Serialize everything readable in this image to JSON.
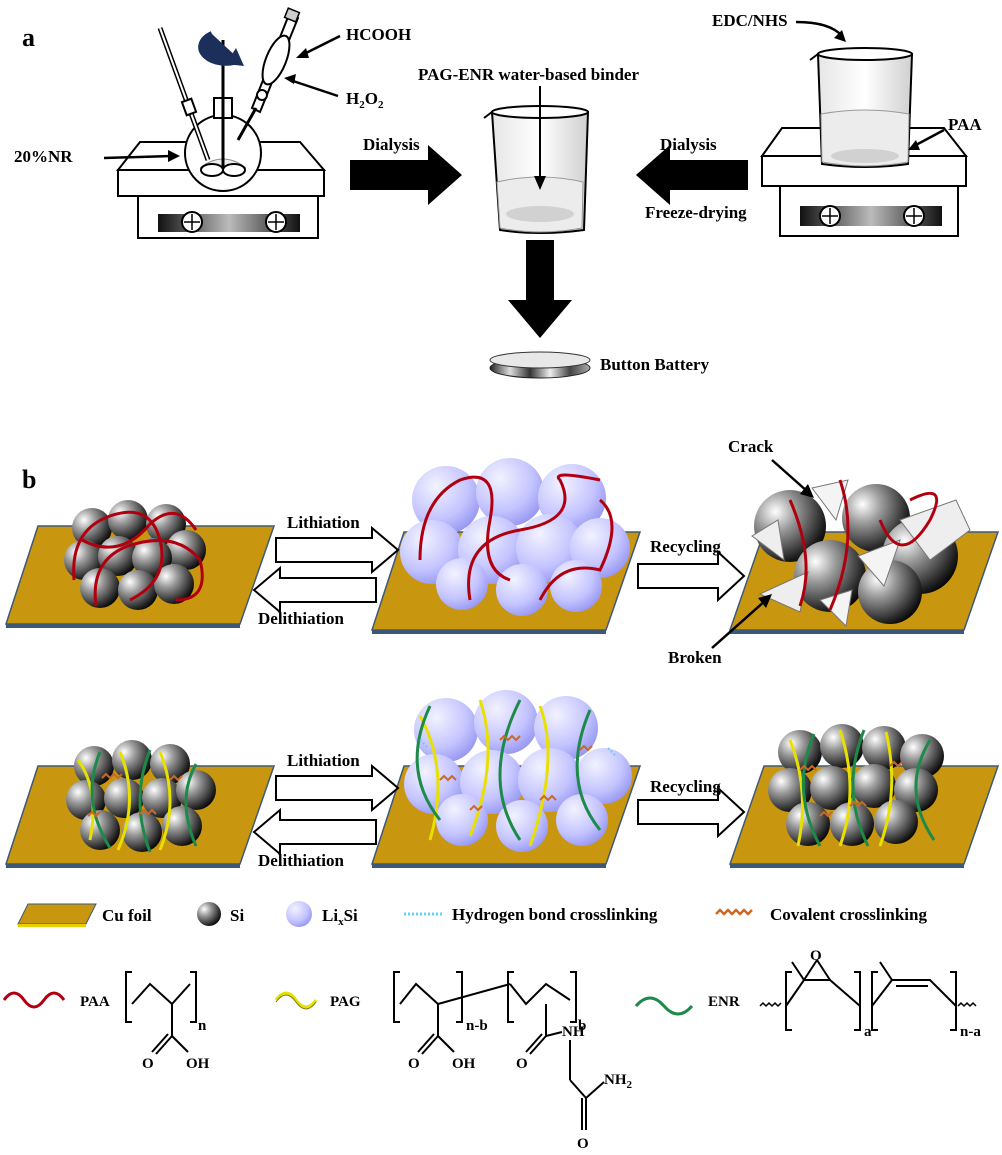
{
  "panel_a": {
    "label": "a",
    "hcooh": "HCOOH",
    "h2o2_main": "H",
    "h2o2_sub1": "2",
    "h2o2_mid": "O",
    "h2o2_sub2": "2",
    "nr": "20%NR",
    "binder": "PAG-ENR water-based binder",
    "edc": "EDC/NHS",
    "paa": "PAA",
    "dialysis_left": "Dialysis",
    "dialysis_right": "Dialysis",
    "freeze": "Freeze-drying",
    "battery": "Button Battery"
  },
  "panel_b": {
    "label": "b",
    "top": {
      "lithiation": "Lithiation",
      "delithiation": "Delithiation",
      "recycling": "Recycling",
      "crack": "Crack",
      "broken": "Broken"
    },
    "bottom": {
      "lithiation": "Lithiation",
      "delithiation": "Delithiation",
      "recycling": "Recycling"
    }
  },
  "legend": {
    "cu": "Cu foil",
    "si": "Si",
    "lixsi_main": "Li",
    "lixsi_sub": "x",
    "lixsi_end": "Si",
    "hbond": "Hydrogen bond crosslinking",
    "covalent": "Covalent crosslinking"
  },
  "chem": {
    "paa_name": "PAA",
    "paa_n": "n",
    "paa_o": "O",
    "paa_oh": "OH",
    "pag_name": "PAG",
    "pag_nb": "n-b",
    "pag_b": "b",
    "pag_o1": "O",
    "pag_oh": "OH",
    "pag_o2": "O",
    "pag_nh": "NH",
    "pag_nh2_main": "NH",
    "pag_nh2_sub": "2",
    "pag_o3": "O",
    "enr_name": "ENR",
    "enr_o": "O",
    "enr_a": "a",
    "enr_na": "n-a"
  },
  "colors": {
    "cu_foil": "#C9960F",
    "cu_edge": "#3C5A78",
    "paa": "#B00010",
    "pag": "#E8E000",
    "enr": "#1E8A4A",
    "covalent": "#C8692A",
    "hbond": "#5FD4F0",
    "lixsi": "#B8B8FF"
  }
}
